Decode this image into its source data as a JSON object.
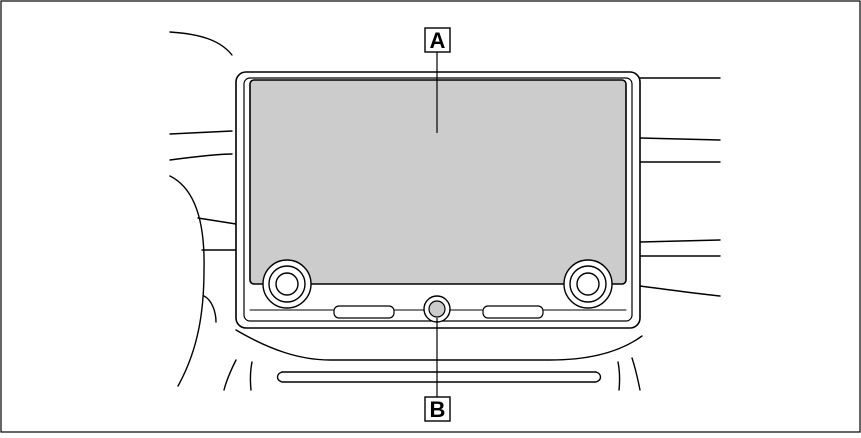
{
  "diagram": {
    "callouts": [
      {
        "id": "A",
        "label": "A",
        "target": "display-screen"
      },
      {
        "id": "B",
        "label": "B",
        "target": "center-button"
      }
    ],
    "colors": {
      "screen_fill": "#cccccc",
      "line": "#000000",
      "background": "#ffffff"
    }
  }
}
